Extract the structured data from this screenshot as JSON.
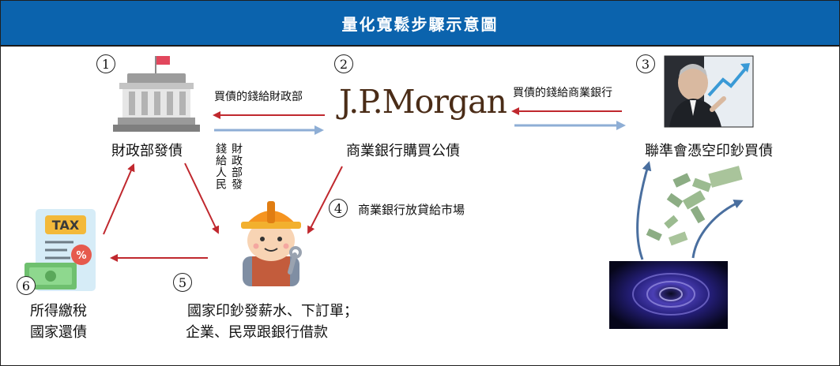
{
  "title": "量化寬鬆步驟示意圖",
  "steps": {
    "s1": "1",
    "s2": "2",
    "s3": "3",
    "s4": "4",
    "s5": "5",
    "s6": "6"
  },
  "labels": {
    "treasury": "財政部發債",
    "banks_buy": "商業銀行購買公債",
    "fed_print": "聯準會憑空印鈔買債",
    "buy_money_to_treasury": "買債的錢給財政部",
    "buy_money_to_banks": "買債的錢給商業銀行",
    "treasury_col1": "財政部發",
    "treasury_col2": "錢給人民",
    "banks_lend": "商業銀行放貸給市場",
    "print_line1": "國家印鈔發薪水、下訂單；",
    "print_line2": "企業、民眾跟銀行借款",
    "tax_line1": "所得繳稅",
    "tax_line2": "國家還債"
  },
  "logo_text": "J.P.Morgan",
  "tax_icon_text": "TAX",
  "tax_icon_symbol": "%",
  "icons": {
    "treasury": "government-building-icon",
    "bank": "jp-morgan-logo",
    "fed": "fed-chair-photo",
    "worker": "worker-icon",
    "tax": "tax-document-icon",
    "money": "flying-money-icon",
    "vortex": "vortex-photo"
  },
  "colors": {
    "title_bg": "#0b63ad",
    "arrow_red": "#c0282e",
    "arrow_blue": "#8eaed5",
    "arrow_dark_blue": "#4a6f9f"
  }
}
